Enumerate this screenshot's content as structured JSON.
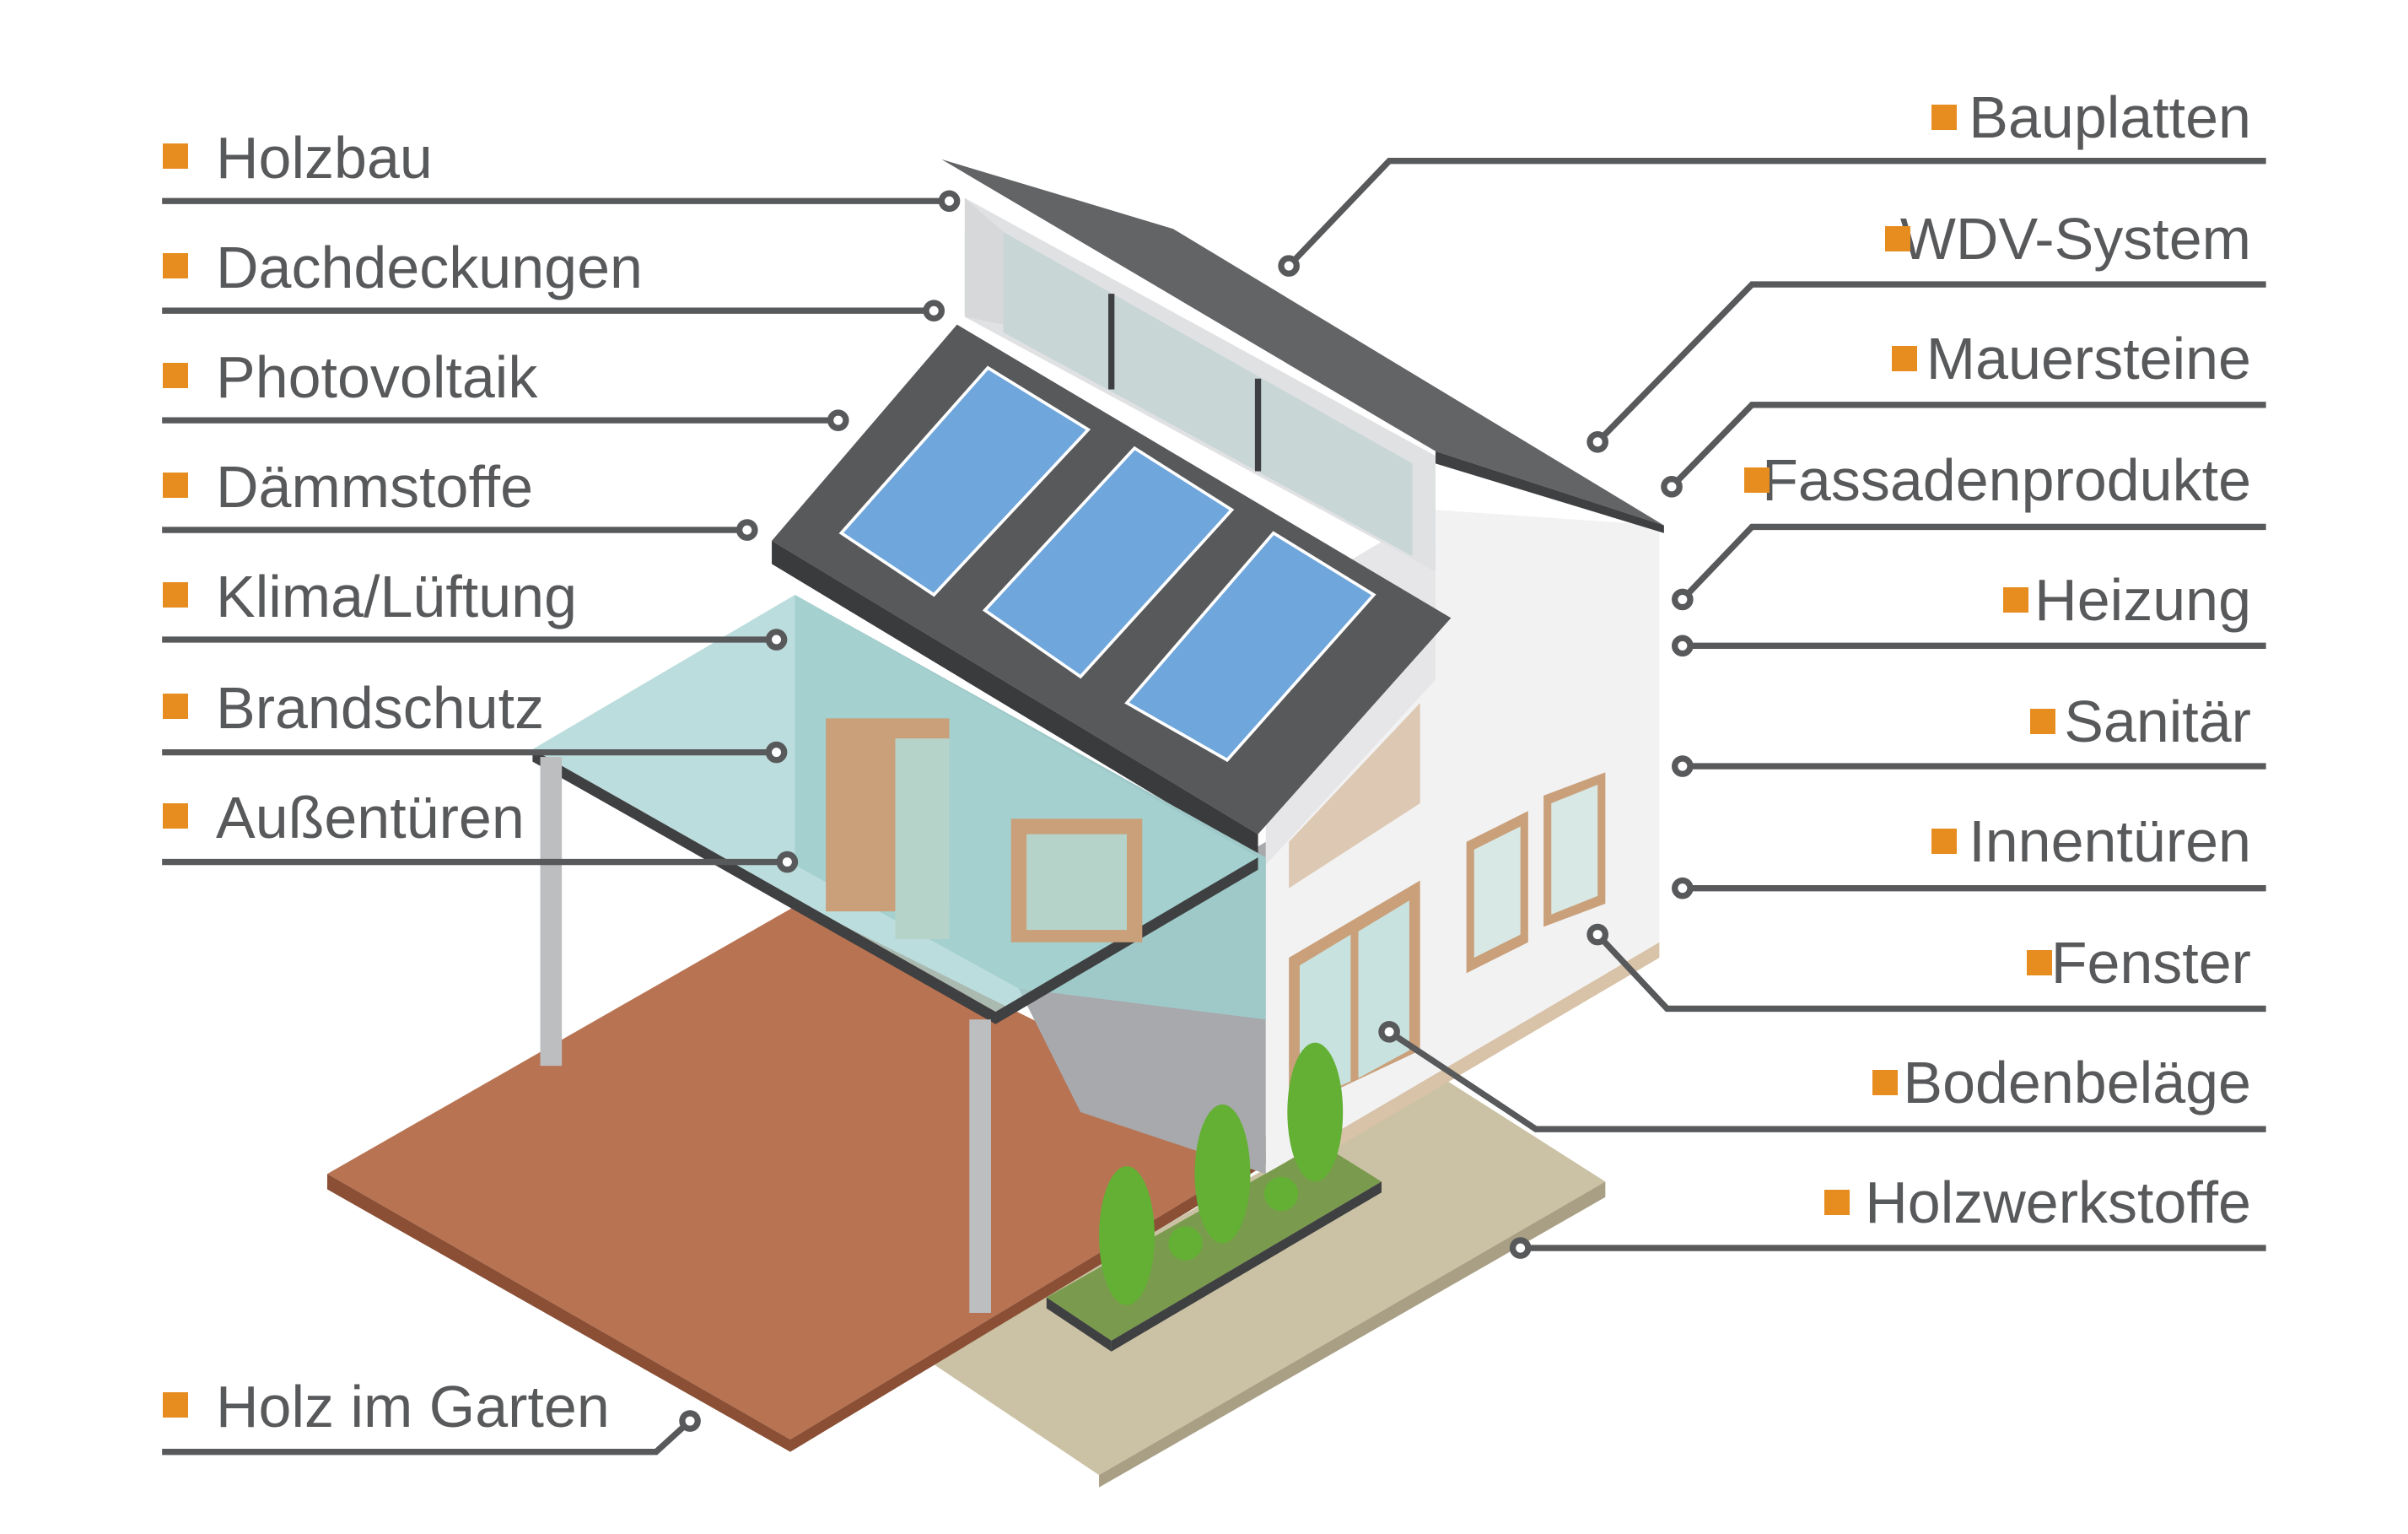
{
  "colors": {
    "bullet": "#e78d1f",
    "text": "#58595b",
    "roof": "#636466",
    "solar": "#6fa6dc",
    "terrace": "#b87352",
    "path": "#cbc2a5",
    "wall": "#f2f2f3",
    "glass": "#a6d2d1",
    "plants": "#63b035"
  },
  "labels_left": [
    "Holzbau",
    "Dachdeckungen",
    "Photovoltaik",
    "Dämmstoffe",
    "Klima/Lüftung",
    "Brandschutz",
    "Außentüren",
    "Holz im Garten"
  ],
  "labels_right": [
    "Bauplatten",
    "WDV-System",
    "Mauersteine",
    "Fassadenprodukte",
    "Heizung",
    "Sanitär",
    "Innentüren",
    "Fenster",
    "Bodenbeläge",
    "Holzwerkstoffe"
  ],
  "icons": {
    "bullet": "orange-square-icon",
    "connector": "circle-endpoint-icon"
  }
}
